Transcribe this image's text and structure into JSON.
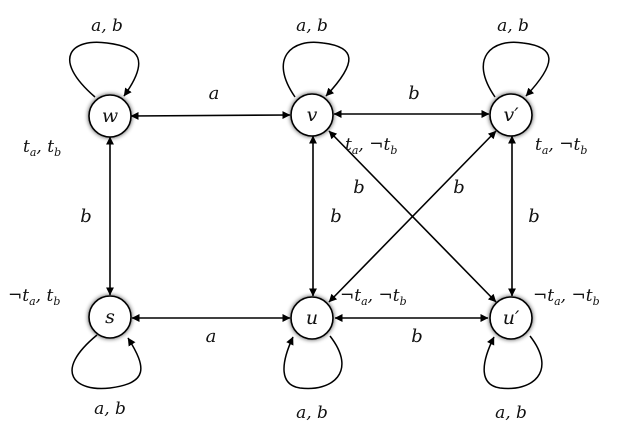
{
  "nodes": {
    "w": "w",
    "v": "v",
    "v_prime": "v′",
    "s": "s",
    "u": "u",
    "u_prime": "u′"
  },
  "edge_labels": {
    "w_v": "a",
    "v_vprime": "b",
    "w_s": "b",
    "v_u": "b",
    "vprime_uprime": "b",
    "s_u": "a",
    "u_uprime": "b",
    "v_uprime": "b",
    "vprime_u": "b"
  },
  "loop_labels": {
    "w": "a, b",
    "v": "a, b",
    "v_prime": "a, b",
    "s": "a, b",
    "u": "a, b",
    "u_prime": "a, b"
  },
  "valuations": {
    "w": {
      "t1": "t",
      "s1": "a",
      "sep": ", ",
      "t2": "t",
      "s2": "b"
    },
    "v": {
      "t1": "t",
      "s1": "a",
      "sep": ", ¬",
      "t2": "t",
      "s2": "b"
    },
    "v_prime": {
      "t1": "t",
      "s1": "a",
      "sep": ", ¬",
      "t2": "t",
      "s2": "b"
    },
    "s": {
      "pre": "¬",
      "t1": "t",
      "s1": "a",
      "sep": ", ",
      "t2": "t",
      "s2": "b"
    },
    "u": {
      "pre": "¬",
      "t1": "t",
      "s1": "a",
      "sep": ", ¬",
      "t2": "t",
      "s2": "b"
    },
    "u_prime": {
      "pre": "¬",
      "t1": "t",
      "s1": "a",
      "sep": ", ¬",
      "t2": "t",
      "s2": "b"
    }
  }
}
